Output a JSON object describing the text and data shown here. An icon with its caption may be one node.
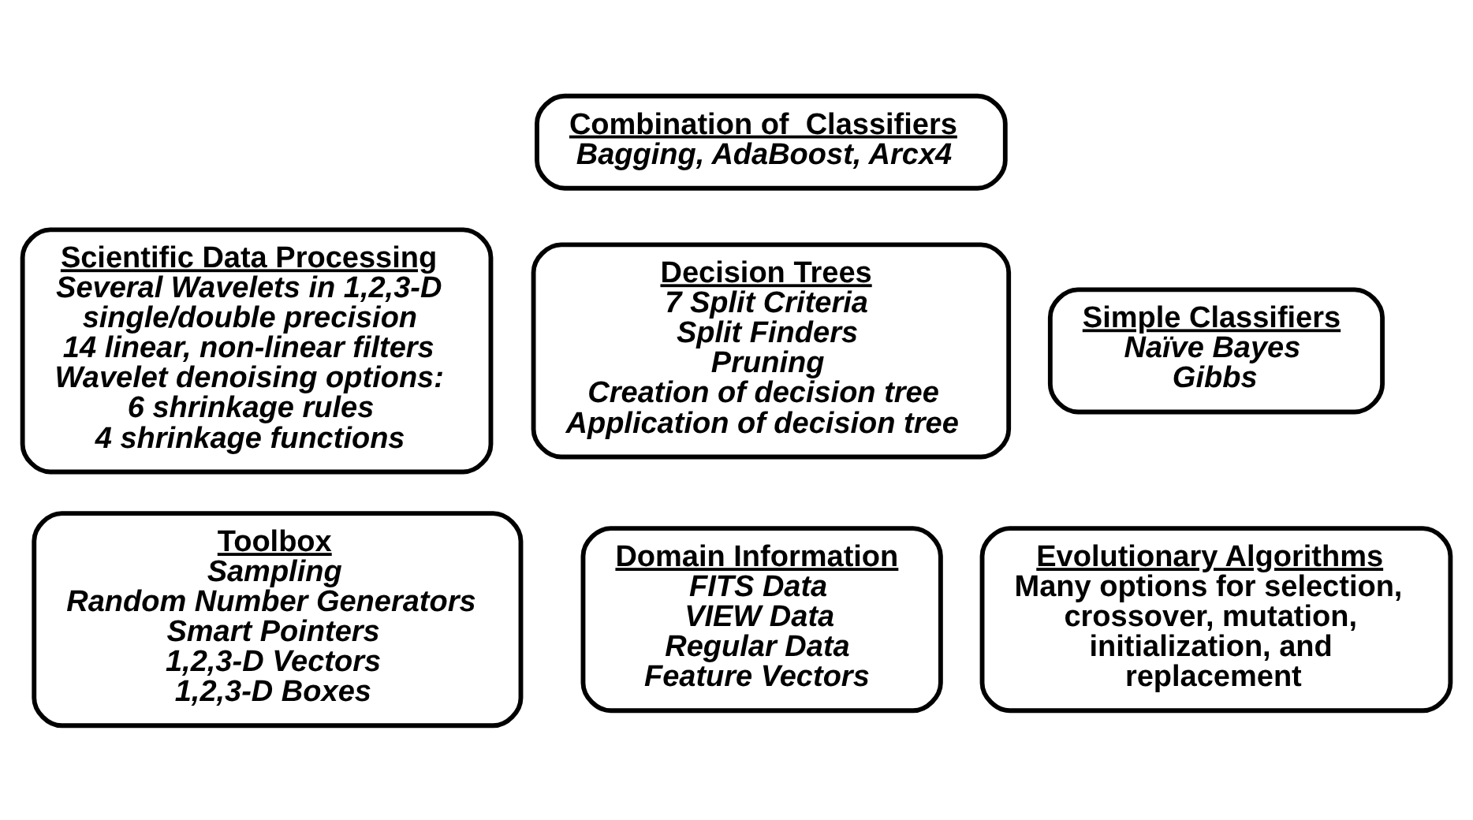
{
  "diagram": {
    "nodes": [
      {
        "text": [
          "Combination of  Classifiers",
          "Bagging, AdaBoost, Arcx4"
        ]
      },
      {
        "text": [
          "Scientific Data Processing",
          "Several Wavelets in 1,2,3-D",
          "single/double precision",
          "14 linear, non-linear filters",
          "Wavelet denoising options:",
          "6 shrinkage rules",
          "4 shrinkage functions"
        ]
      },
      {
        "text": [
          "Decision Trees",
          "7 Split Criteria",
          "Split Finders",
          "Pruning",
          "Creation of decision tree",
          "Application of decision tree"
        ]
      },
      {
        "text": [
          "Simple Classifiers",
          "Naïve Bayes",
          "Gibbs"
        ]
      },
      {
        "text": [
          "Toolbox",
          "Sampling",
          "Random Number Generators",
          "Smart Pointers",
          "1,2,3-D Vectors",
          "1,2,3-D Boxes"
        ]
      },
      {
        "text": [
          "Domain Information",
          "FITS Data",
          "VIEW Data",
          "Regular Data",
          "Feature Vectors"
        ]
      },
      {
        "text": [
          "Evolutionary Algorithms",
          "Many options for selection, crossover, mutation, initialization, and replacement"
        ]
      }
    ]
  }
}
